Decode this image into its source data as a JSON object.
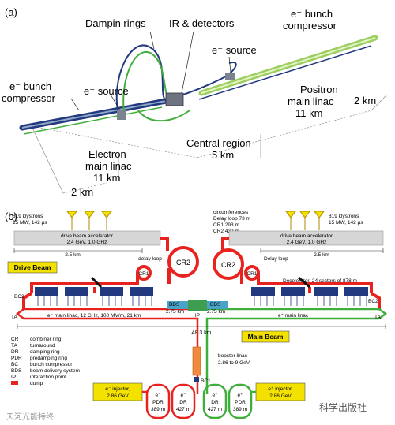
{
  "panel_a": {
    "label": "(a)",
    "damping_rings": "Dampin rings",
    "ir_detectors": "IR & detectors",
    "e_source": "e⁻ source",
    "ep_bunch_top": "e⁺ bunch",
    "ep_compressor_top": "compressor",
    "e_bunch_left": "e⁻ bunch",
    "e_compressor_left": "compressor",
    "ep_source": "e⁺ source",
    "positron_1": "Positron",
    "positron_2": "main linac",
    "positron_3": "11 km",
    "km2_right": "2 km",
    "central_1": "Central region",
    "central_2": "5 km",
    "electron_1": "Electron",
    "electron_2": "main linac",
    "electron_3": "11 km",
    "km2_left": "2 km"
  },
  "panel_b": {
    "label": "(b)",
    "klystrons_left_1": "819 klystrons",
    "klystrons_left_2": "15 MW, 142 µs",
    "circ_1": "circumferences",
    "circ_2": "Delay loop 73 m",
    "circ_3": "CR1 293 m",
    "circ_4": "CR2 439 m",
    "klystrons_right_1": "819 klystrons",
    "klystrons_right_2": "15 MW, 142 µs",
    "dba_left_1": "drive beam accelerator",
    "dba_left_2": "2.4 GeV, 1.0 GHz",
    "dba_right_1": "drive beam accelerator",
    "dba_right_2": "2.4 GeV, 1.0 GHz",
    "km25_left": "2.5 km",
    "km25_right": "2.5 km",
    "delay_loop_left": "delay loop",
    "delay_loop_right": "Delay loop",
    "cr2_left": "CR2",
    "cr1_left": "CR1",
    "cr2_right": "CR2",
    "cr1_right": "CR1",
    "drive_beam": "Drive Beam",
    "decelerator": "Decelerator, 24 sectors of 878 m",
    "bc2_left": "BC2",
    "bc2_right": "BC2",
    "bds_left_1": "BDS",
    "bds_left_2": "2.75 km",
    "bds_right_1": "BDS",
    "bds_right_2": "2.75 km",
    "ip": "IP",
    "ta_left": "TA",
    "ta_right": "TA",
    "e_main_linac": "e⁻ main linac, 12 GHz, 100 MV/m, 21 km",
    "ep_main_linac": "e⁺ main linac",
    "km483": "48.3 km",
    "main_beam": "Main Beam",
    "legend": [
      {
        "abbr": "CR",
        "desc": "combiner ring"
      },
      {
        "abbr": "TA",
        "desc": "turnaround"
      },
      {
        "abbr": "DR",
        "desc": "damping ring"
      },
      {
        "abbr": "PDR",
        "desc": "predamping ring"
      },
      {
        "abbr": "BC",
        "desc": "bunch compressor"
      },
      {
        "abbr": "BDS",
        "desc": "beam delivery system"
      },
      {
        "abbr": "IP",
        "desc": "interaction point"
      },
      {
        "abbr": "",
        "desc": "dump"
      }
    ],
    "booster_1": "booster linac",
    "booster_2": "2.86 to 9 GeV",
    "bc1": "BC1",
    "e_injector_1": "e⁻ injector,",
    "e_injector_2": "2.86 GeV",
    "ep_injector_1": "e⁺ injector,",
    "ep_injector_2": "2.86 GeV",
    "pdr_left_1": "e⁻",
    "pdr_left_2": "PDR",
    "pdr_left_3": "389 m",
    "dr_left_1": "e⁻",
    "dr_left_2": "DR",
    "dr_left_3": "427 m",
    "dr_right_1": "e⁺",
    "dr_right_2": "DR",
    "dr_right_3": "427 m",
    "pdr_right_1": "e⁺",
    "pdr_right_2": "PDR",
    "pdr_right_3": "389 m"
  },
  "watermarks": {
    "left": "天河光能特终",
    "right": "科学出版社"
  },
  "colors": {
    "red": "#e8231f",
    "green": "#3fae3a",
    "blue": "#22397f",
    "yellow": "#f3e100",
    "gray_bar": "#d6d6d6"
  }
}
